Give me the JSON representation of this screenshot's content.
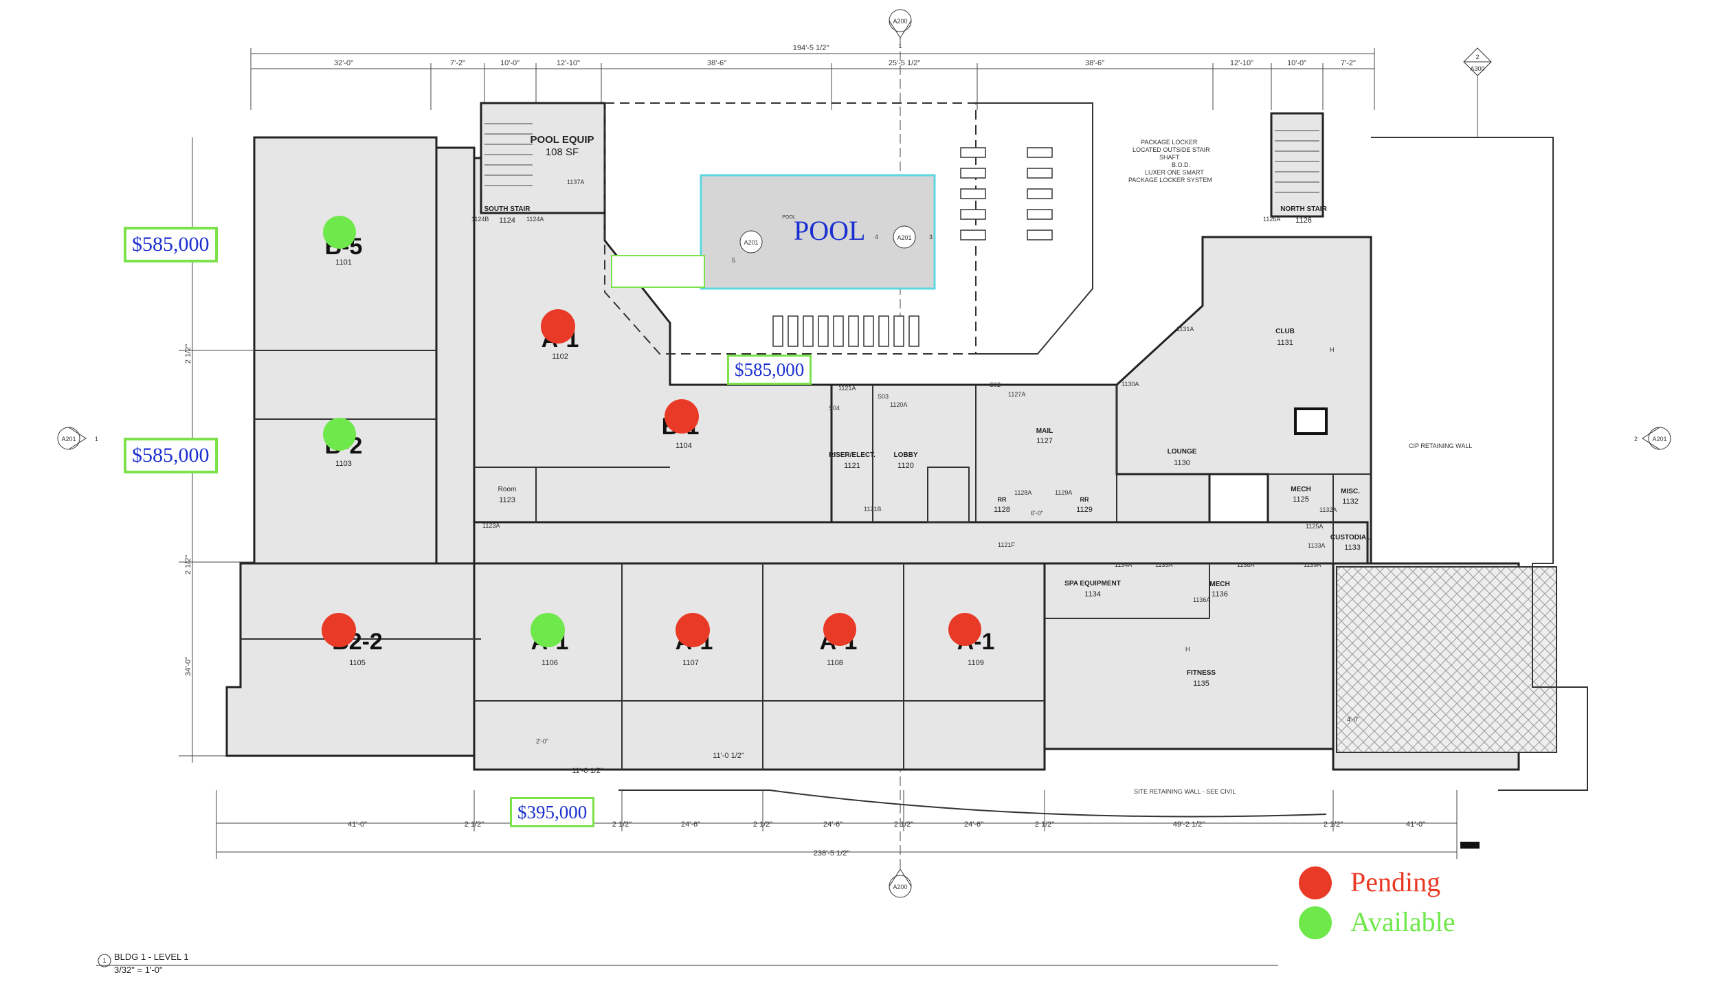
{
  "colors": {
    "pending": "#e83a26",
    "available": "#6ee84a",
    "price_text": "#1b2fd0",
    "price_border": "#7be24a",
    "pool_fill": "#d6d6d6",
    "pool_edge": "#5fd7e0"
  },
  "legend": {
    "pending": "Pending",
    "available": "Available"
  },
  "pool_label": "POOL",
  "prices": {
    "p1": "$585,000",
    "p2": "$585,000",
    "p3": "$585,000",
    "p4": "$395,000"
  },
  "sheet": {
    "title": "BLDG 1 - LEVEL 1",
    "scale": "3/32\" = 1'-0\"",
    "number": "1"
  },
  "grid": {
    "top_tag": "A200",
    "bottom_tag": "A200",
    "left_tag": "A201",
    "right_tag": "A201",
    "ne_tag": "A300",
    "ne_num": "2",
    "left_num": "1",
    "right_num": "2",
    "top_num": "1"
  },
  "dims_top": {
    "overall": "194'-5 1/2\"",
    "d1": "32'-0\"",
    "d2": "7'-2\"",
    "d3": "10'-0\"",
    "d4": "12'-10\"",
    "d5": "38'-6\"",
    "d6": "25'-5 1/2\"",
    "d7": "38'-6\"",
    "d8": "12'-10\"",
    "d9": "10'-0\"",
    "d10": "7'-2\""
  },
  "dims_bottom": {
    "overall": "238'-5 1/2\"",
    "d1": "41'-0\"",
    "d2": "2 1/2\"",
    "d3": "2 1/2\"",
    "d4": "24'-6\"",
    "d5": "2 1/2\"",
    "d6": "24'-6\"",
    "d7": "2 1/2\"",
    "d8": "24'-6\"",
    "d9": "2 1/2\"",
    "d10": "49'-2 1/2\"",
    "d11": "2 1/2\"",
    "d12": "41'-0\"",
    "w1": "11'-0 1/2\"",
    "w2": "11'-0 1/2\""
  },
  "dims_left": {
    "v1": "2 1/2\"",
    "v2": "2 1/2\"",
    "v3": "34'-0\""
  },
  "units": {
    "u1": "B-5",
    "u2": "B-2",
    "u3": "B2-2",
    "u4": "A-1",
    "u5": "B-1",
    "u6": "A-1",
    "u7": "A-1",
    "u8": "A-1",
    "u9": "A-1"
  },
  "unit_numbers": {
    "n1101": "1101",
    "n1103": "1103",
    "n1105": "1105",
    "n1102": "1102",
    "n1104": "1104",
    "n1106": "1106",
    "n1107": "1107",
    "n1108": "1108",
    "n1109": "1109"
  },
  "rooms": {
    "pool_equip": "POOL EQUIP",
    "pool_equip_sf": "108 SF",
    "south_stair": "SOUTH STAIR",
    "south_stair_num": "1124",
    "north_stair": "NORTH STAIR",
    "north_stair_num": "1126",
    "club": "CLUB",
    "club_num": "1131",
    "lounge": "LOUNGE",
    "lounge_num": "1130",
    "mail": "MAIL",
    "mail_num": "1127",
    "lobby": "LOBBY",
    "lobby_num": "1120",
    "riser": "RISER/ELECT.",
    "riser_num": "1121",
    "room": "Room",
    "room_num": "1123",
    "rr1": "RR",
    "rr1_num": "1128",
    "rr2": "RR",
    "rr2_num": "1129",
    "mech1": "MECH",
    "mech1_num": "1125",
    "misc": "MISC.",
    "misc_num": "1132",
    "custodial": "CUSTODIAL",
    "custodial_num": "1133",
    "spa": "SPA EQUIPMENT",
    "spa_num": "1134",
    "mech2": "MECH",
    "mech2_num": "1136",
    "fitness": "FITNESS",
    "fitness_num": "1135",
    "pool_small": "POOL"
  },
  "tags": {
    "t1137a": "1137A",
    "t1124b": "1124B",
    "t1124a": "1124A",
    "t1126a": "1126A",
    "t1131a": "1131A",
    "t1130a": "1130A",
    "t1127a": "1127A",
    "s02": "S02",
    "s03": "S03",
    "s04": "S04",
    "t1121a": "1121A",
    "t1120a": "1120A",
    "t1121b": "1121B",
    "t1128a": "1128A",
    "t1129a": "1129A",
    "t1121f": "1121F",
    "t1134a": "1134A",
    "t1135a": "1135A",
    "t1138a": "1138A",
    "t1139a": "1139A",
    "t1136a": "1136A",
    "t1125a": "1125A",
    "t1132a": "1132A",
    "t1133a": "1133A",
    "t1123a": "1123A",
    "t1122a": "6'-0\"",
    "ver": "2'-0\"",
    "pool_a201": "A201",
    "pool_a201b": "A201",
    "p5": "5",
    "p4": "4",
    "p3": "3",
    "bot_41": "4'-0\""
  },
  "notes": {
    "package1": "PACKAGE LOCKER",
    "package2": "LOCATED OUTSIDE STAIR",
    "package3": "SHAFT",
    "package4": "B.O.D.",
    "package5": "LUXER ONE SMART",
    "package6": "PACKAGE LOCKER SYSTEM",
    "retaining": "SITE RETAINING WALL - SEE CIVIL",
    "cip": "CIP RETAINING WALL",
    "h1": "H",
    "h2": "H"
  }
}
